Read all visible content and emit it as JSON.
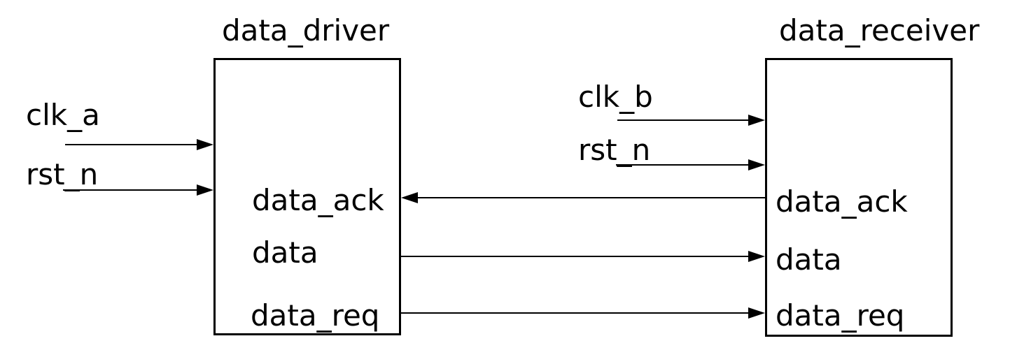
{
  "diagram": {
    "type": "block-diagram",
    "colors": {
      "line": "#000000",
      "background": "#ffffff",
      "text": "#000000"
    },
    "left_module": {
      "title": "data_driver",
      "inputs": [
        {
          "label": "clk_a"
        },
        {
          "label": "rst_n"
        }
      ],
      "ports": [
        "data_ack",
        "data",
        "data_req"
      ]
    },
    "right_module": {
      "title": "data_receiver",
      "inputs": [
        {
          "label": "clk_b"
        },
        {
          "label": "rst_n"
        }
      ],
      "ports": [
        "data_ack",
        "data",
        "data_req"
      ]
    },
    "connections": [
      {
        "signal": "data_ack",
        "from": "data_receiver",
        "to": "data_driver",
        "direction": "right-to-left"
      },
      {
        "signal": "data",
        "from": "data_driver",
        "to": "data_receiver",
        "direction": "left-to-right"
      },
      {
        "signal": "data_req",
        "from": "data_driver",
        "to": "data_receiver",
        "direction": "left-to-right"
      }
    ]
  }
}
